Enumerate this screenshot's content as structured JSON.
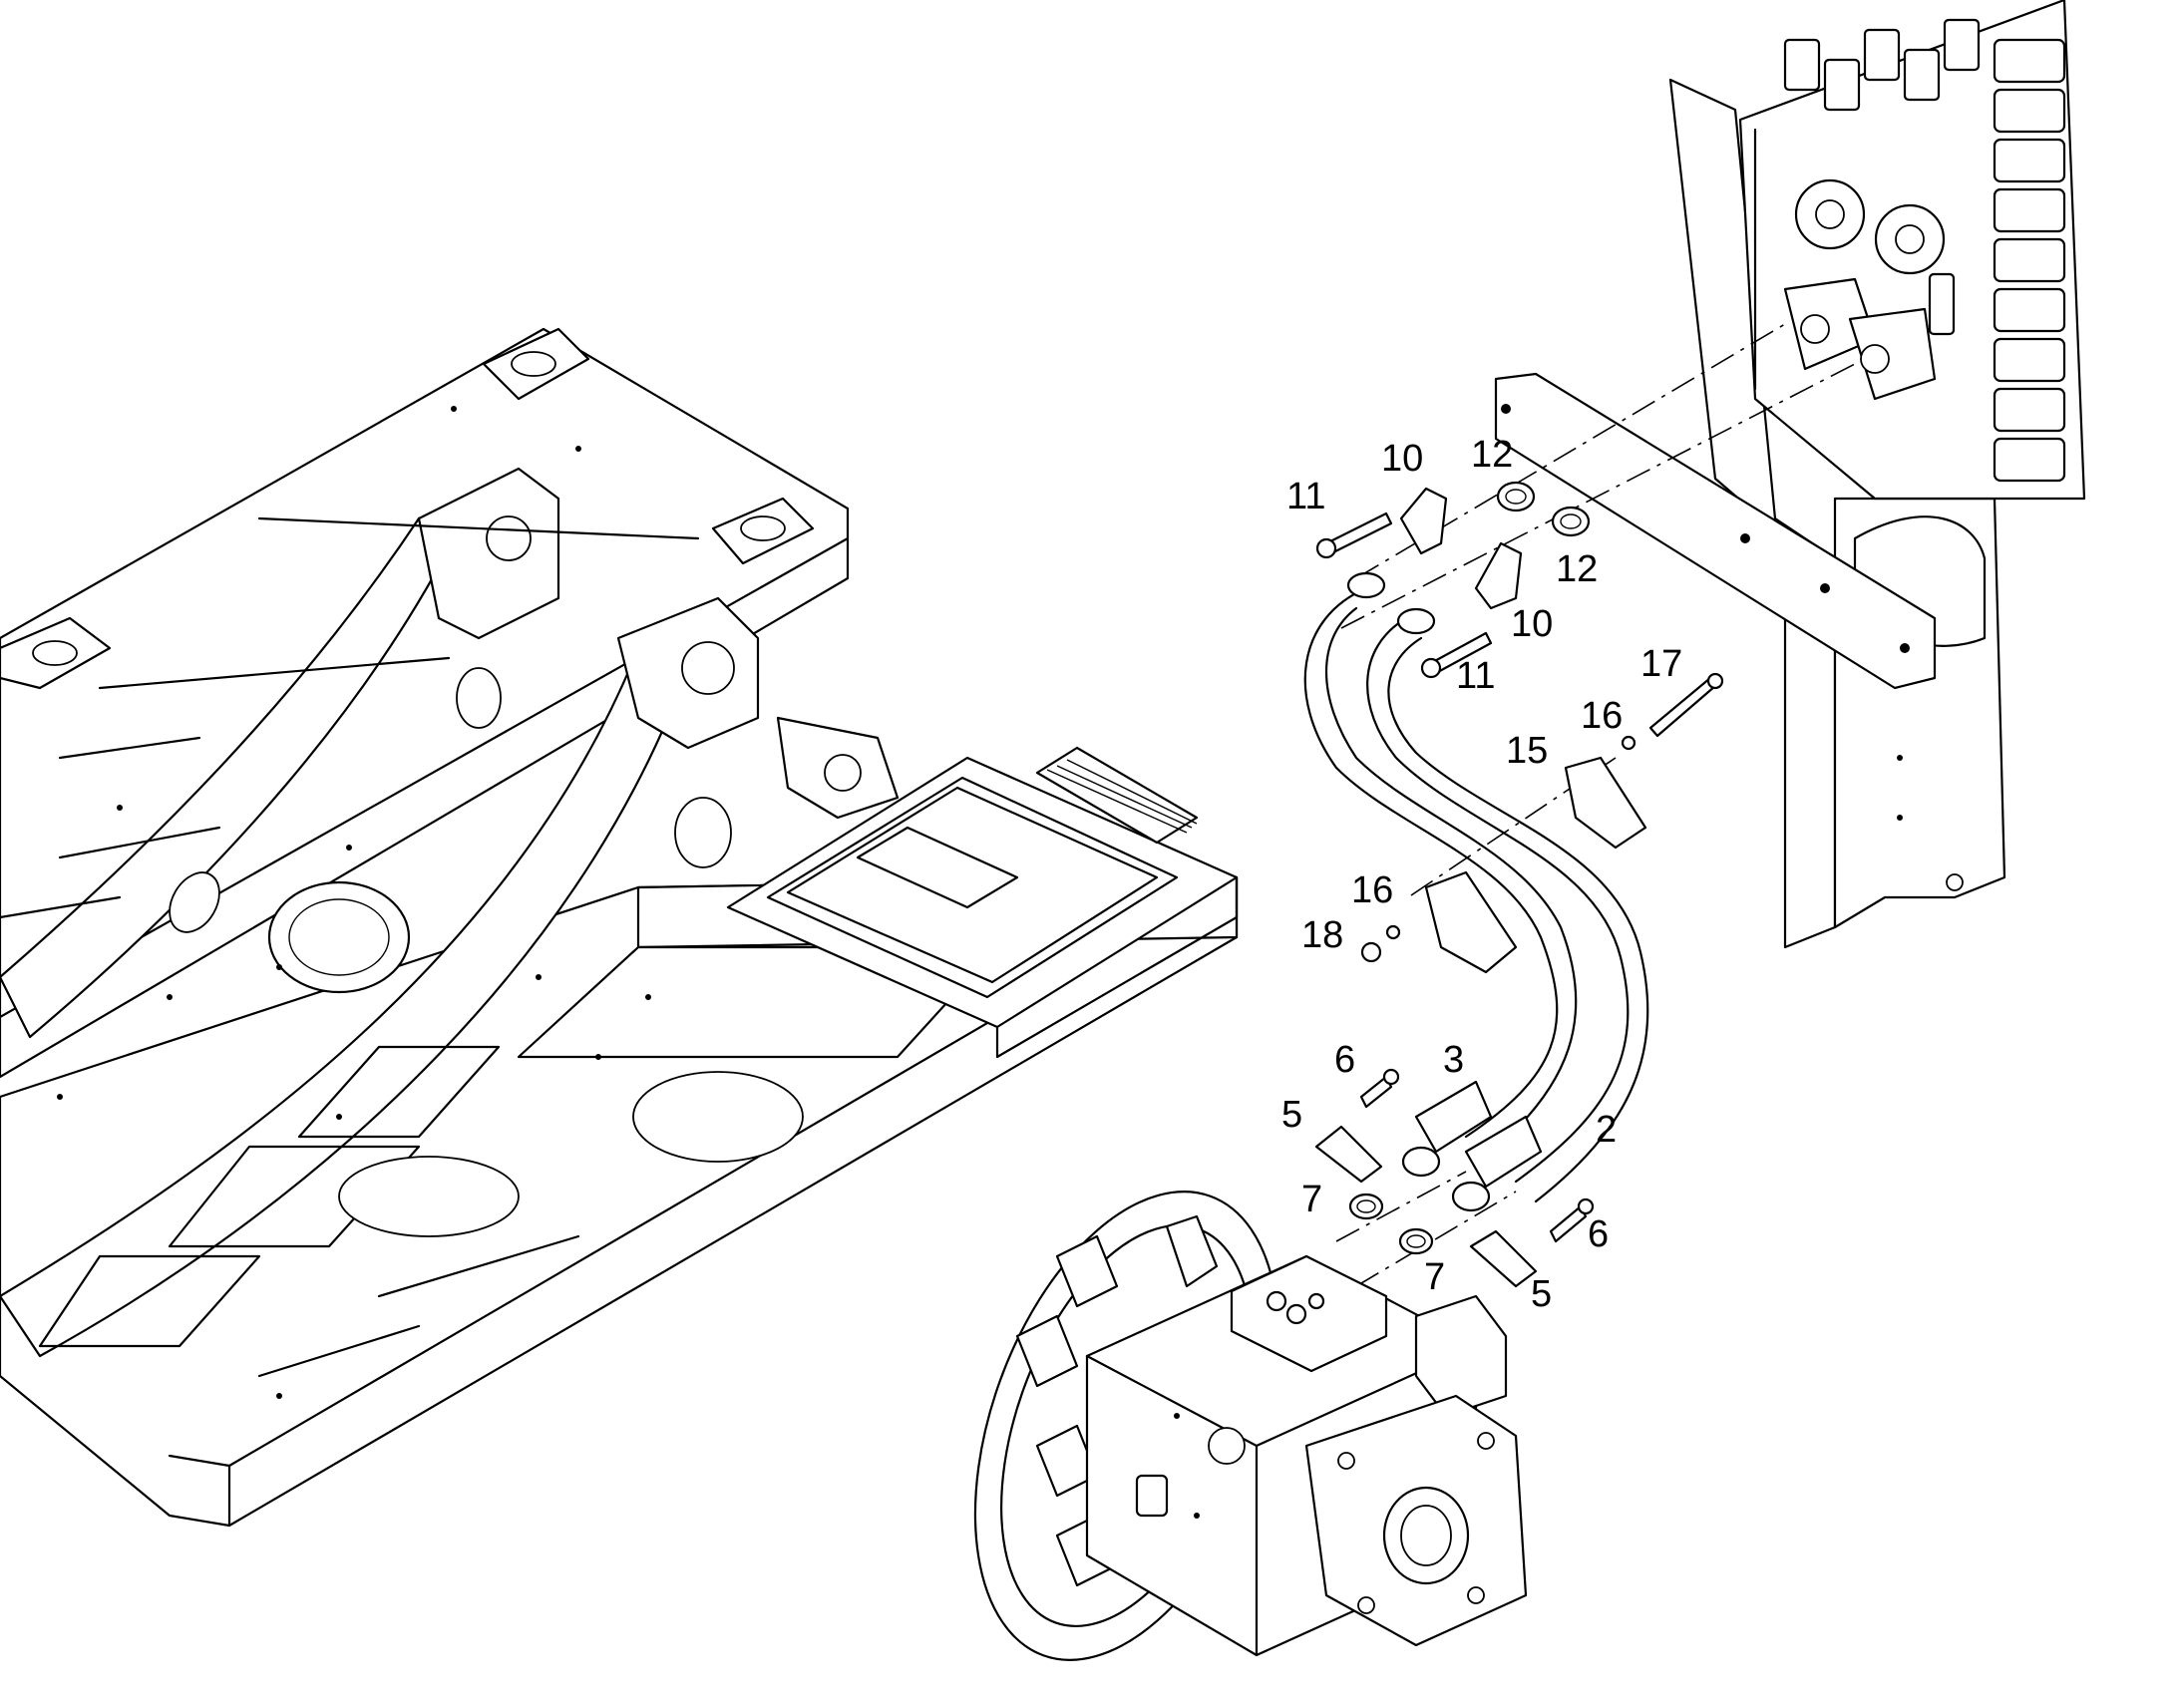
{
  "callouts": [
    {
      "id": "c11a",
      "text": "11"
    },
    {
      "id": "c10a",
      "text": "10"
    },
    {
      "id": "c12a",
      "text": "12"
    },
    {
      "id": "c12b",
      "text": "12"
    },
    {
      "id": "c10b",
      "text": "10"
    },
    {
      "id": "c11b",
      "text": "11"
    },
    {
      "id": "c17",
      "text": "17"
    },
    {
      "id": "c16a",
      "text": "16"
    },
    {
      "id": "c15",
      "text": "15"
    },
    {
      "id": "c16b",
      "text": "16"
    },
    {
      "id": "c18",
      "text": "18"
    },
    {
      "id": "c6a",
      "text": "6"
    },
    {
      "id": "c3",
      "text": "3"
    },
    {
      "id": "c5a",
      "text": "5"
    },
    {
      "id": "c2",
      "text": "2"
    },
    {
      "id": "c7a",
      "text": "7"
    },
    {
      "id": "c6b",
      "text": "6"
    },
    {
      "id": "c7b",
      "text": "7"
    },
    {
      "id": "c5b",
      "text": "5"
    }
  ]
}
